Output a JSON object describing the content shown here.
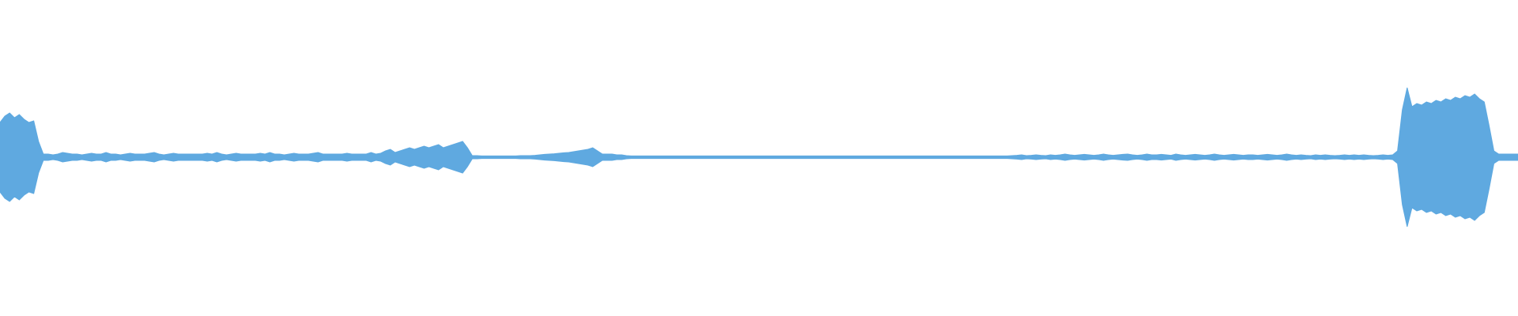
{
  "waveform": {
    "color": "#5fa9e0",
    "background": "#ffffff",
    "samples": [
      0.22,
      0.26,
      0.28,
      0.25,
      0.27,
      0.24,
      0.22,
      0.23,
      0.1,
      0.02,
      0.02,
      0.015,
      0.02,
      0.03,
      0.025,
      0.02,
      0.02,
      0.015,
      0.02,
      0.025,
      0.02,
      0.02,
      0.03,
      0.02,
      0.02,
      0.015,
      0.02,
      0.025,
      0.02,
      0.02,
      0.02,
      0.025,
      0.03,
      0.02,
      0.015,
      0.02,
      0.025,
      0.02,
      0.02,
      0.02,
      0.02,
      0.02,
      0.02,
      0.025,
      0.02,
      0.03,
      0.02,
      0.015,
      0.02,
      0.025,
      0.02,
      0.02,
      0.02,
      0.02,
      0.025,
      0.02,
      0.03,
      0.02,
      0.02,
      0.015,
      0.02,
      0.025,
      0.02,
      0.02,
      0.02,
      0.025,
      0.03,
      0.02,
      0.02,
      0.02,
      0.02,
      0.02,
      0.025,
      0.02,
      0.02,
      0.02,
      0.02,
      0.03,
      0.02,
      0.025,
      0.04,
      0.05,
      0.03,
      0.04,
      0.05,
      0.06,
      0.05,
      0.06,
      0.07,
      0.06,
      0.07,
      0.08,
      0.06,
      0.07,
      0.08,
      0.09,
      0.1,
      0.06,
      0.01,
      0.01,
      0.008,
      0.008,
      0.008,
      0.008,
      0.008,
      0.008,
      0.008,
      0.008,
      0.01,
      0.01,
      0.01,
      0.012,
      0.015,
      0.018,
      0.02,
      0.022,
      0.025,
      0.028,
      0.03,
      0.035,
      0.04,
      0.045,
      0.05,
      0.06,
      0.04,
      0.02,
      0.02,
      0.02,
      0.015,
      0.015,
      0.01,
      0.008,
      0.008,
      0.008,
      0.008,
      0.008,
      0.008,
      0.008,
      0.008,
      0.008,
      0.008,
      0.008,
      0.008,
      0.008,
      0.008,
      0.008,
      0.008,
      0.008,
      0.008,
      0.008,
      0.008,
      0.008,
      0.008,
      0.008,
      0.008,
      0.008,
      0.008,
      0.008,
      0.008,
      0.008,
      0.008,
      0.008,
      0.008,
      0.008,
      0.008,
      0.008,
      0.008,
      0.008,
      0.008,
      0.008,
      0.008,
      0.008,
      0.008,
      0.008,
      0.008,
      0.008,
      0.008,
      0.008,
      0.008,
      0.008,
      0.008,
      0.008,
      0.008,
      0.008,
      0.008,
      0.008,
      0.008,
      0.008,
      0.008,
      0.008,
      0.008,
      0.008,
      0.008,
      0.008,
      0.008,
      0.008,
      0.008,
      0.008,
      0.008,
      0.008,
      0.008,
      0.008,
      0.008,
      0.008,
      0.008,
      0.008,
      0.008,
      0.008,
      0.008,
      0.008,
      0.01,
      0.012,
      0.015,
      0.01,
      0.012,
      0.015,
      0.012,
      0.01,
      0.015,
      0.012,
      0.015,
      0.02,
      0.015,
      0.012,
      0.015,
      0.018,
      0.015,
      0.012,
      0.015,
      0.02,
      0.015,
      0.012,
      0.015,
      0.018,
      0.02,
      0.015,
      0.012,
      0.015,
      0.02,
      0.015,
      0.015,
      0.018,
      0.015,
      0.012,
      0.02,
      0.015,
      0.012,
      0.015,
      0.018,
      0.015,
      0.012,
      0.015,
      0.02,
      0.015,
      0.012,
      0.015,
      0.018,
      0.015,
      0.012,
      0.015,
      0.015,
      0.012,
      0.015,
      0.018,
      0.015,
      0.012,
      0.015,
      0.02,
      0.015,
      0.012,
      0.015,
      0.012,
      0.01,
      0.015,
      0.012,
      0.015,
      0.012,
      0.01,
      0.012,
      0.015,
      0.012,
      0.015,
      0.012,
      0.015,
      0.012,
      0.01,
      0.012,
      0.015,
      0.012,
      0.015,
      0.04,
      0.3,
      0.44,
      0.32,
      0.34,
      0.33,
      0.35,
      0.34,
      0.36,
      0.35,
      0.37,
      0.36,
      0.38,
      0.37,
      0.39,
      0.38,
      0.4,
      0.37,
      0.35,
      0.2,
      0.04,
      0.02,
      0.02,
      0.02,
      0.02,
      0.02
    ]
  }
}
